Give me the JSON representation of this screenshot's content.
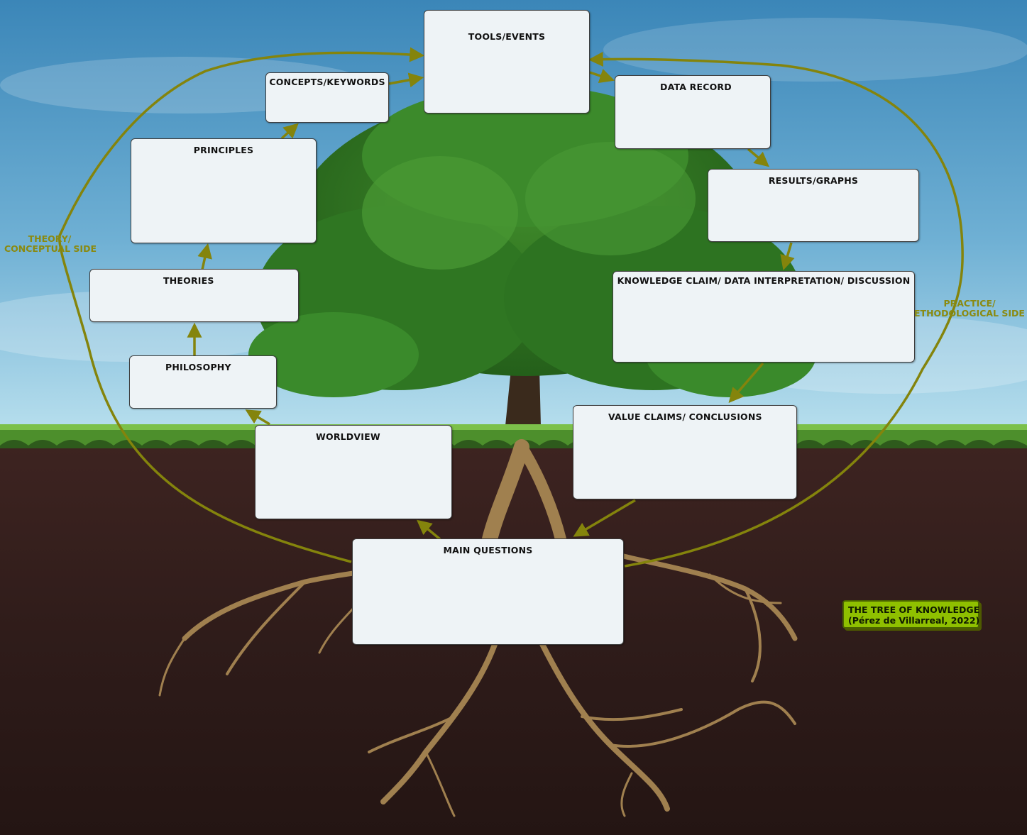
{
  "colors": {
    "arrow": "#84840c",
    "box_fill": "#eef3f6",
    "side_label": "#8a8a10",
    "credit_fill": "#8fc000"
  },
  "nodes": {
    "tools_events": "TOOLS/EVENTS",
    "concepts_keywords": "CONCEPTS/KEYWORDS",
    "data_record": "DATA RECORD",
    "principles": "PRINCIPLES",
    "results_graphs": "RESULTS/GRAPHS",
    "theories": "THEORIES",
    "knowledge_claim": "KNOWLEDGE CLAIM/ DATA INTERPRETATION/ DISCUSSION",
    "philosophy": "PHILOSOPHY",
    "value_claims": "VALUE CLAIMS/ CONCLUSIONS",
    "worldview": "WORLDVIEW",
    "main_questions": "MAIN QUESTIONS"
  },
  "side_labels": {
    "theory_line1": "THEORY/",
    "theory_line2": "CONCEPTUAL SIDE",
    "practice_line1": "PRACTICE/",
    "practice_line2": "ETHODOLOGICAL SIDE"
  },
  "credit": {
    "line1": "THE TREE OF KNOWLEDGE",
    "line2": "(Pérez de Villarreal, 2022)"
  },
  "background_icons": [
    "tree-icon",
    "roots-icon",
    "grass-icon",
    "sky-icon",
    "soil-icon"
  ]
}
